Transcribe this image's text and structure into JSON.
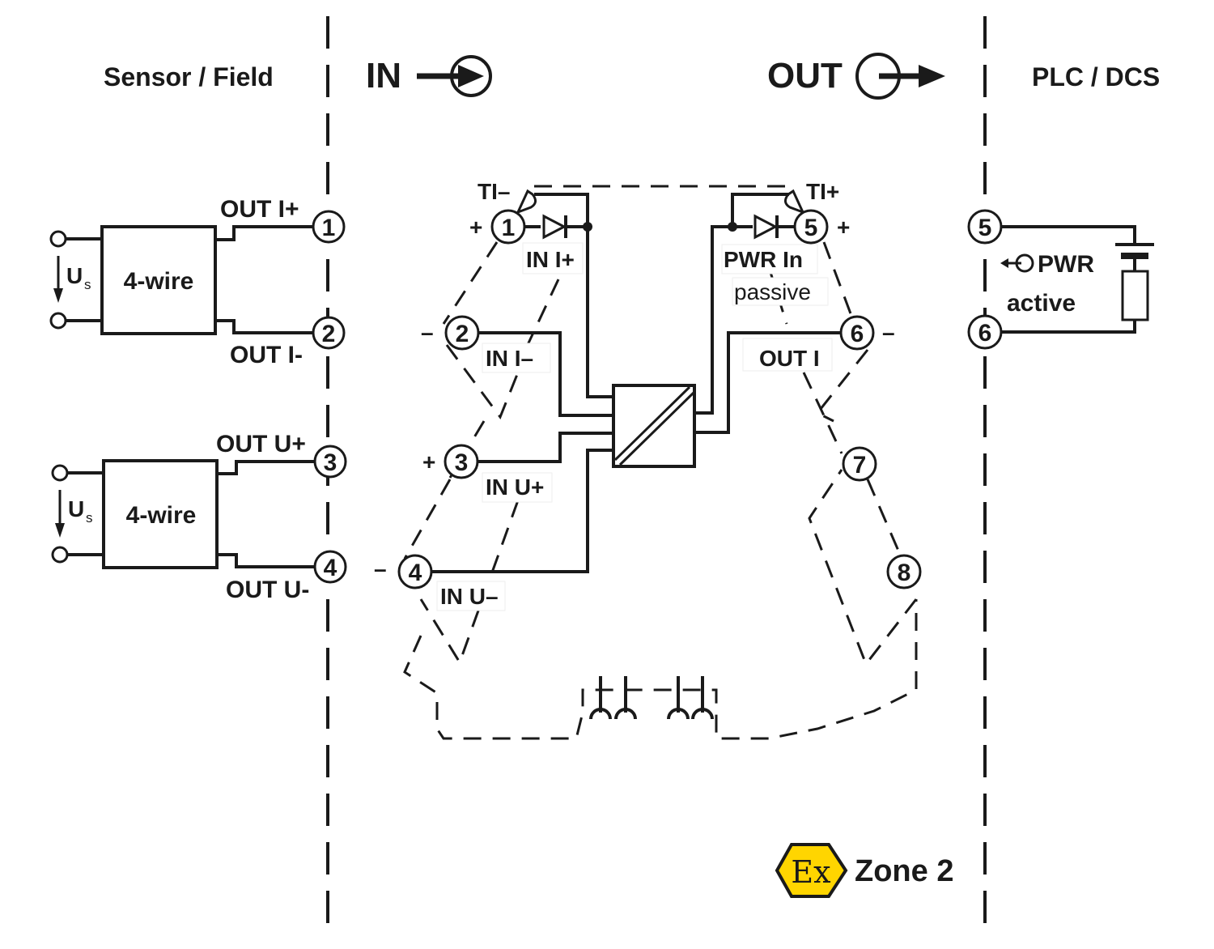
{
  "zones": {
    "left_title": "Sensor / Field",
    "in_title": "IN",
    "out_title": "OUT",
    "right_title": "PLC / DCS"
  },
  "sensors": [
    {
      "box_label": "4-wire",
      "supply_label": "U",
      "supply_sub": "s",
      "out_plus": "OUT I+",
      "out_minus": "OUT I-",
      "terminal_plus": "1",
      "terminal_minus": "2"
    },
    {
      "box_label": "4-wire",
      "supply_label": "U",
      "supply_sub": "s",
      "out_plus": "OUT U+",
      "out_minus": "OUT U-",
      "terminal_plus": "3",
      "terminal_minus": "4"
    }
  ],
  "module": {
    "input_terminals": [
      {
        "num": "1",
        "polarity": "+",
        "label": "IN I+"
      },
      {
        "num": "2",
        "polarity": "–",
        "label": "IN I–"
      },
      {
        "num": "3",
        "polarity": "+",
        "label": "IN U+"
      },
      {
        "num": "4",
        "polarity": "–",
        "label": "IN U–"
      }
    ],
    "output_terminals": [
      {
        "num": "5",
        "polarity": "+",
        "label": "PWR In",
        "sublabel": "passive"
      },
      {
        "num": "6",
        "polarity": "–",
        "label": "OUT I"
      },
      {
        "num": "7",
        "polarity": "",
        "label": ""
      },
      {
        "num": "8",
        "polarity": "",
        "label": ""
      }
    ],
    "ti_minus": "TI–",
    "ti_plus": "TI+"
  },
  "plc": {
    "terminal_top": "5",
    "terminal_bottom": "6",
    "label_line1": "PWR",
    "label_line2": "active"
  },
  "hazard": {
    "symbol": "Ex",
    "zone_label": "Zone 2",
    "color": "#FFD500"
  }
}
